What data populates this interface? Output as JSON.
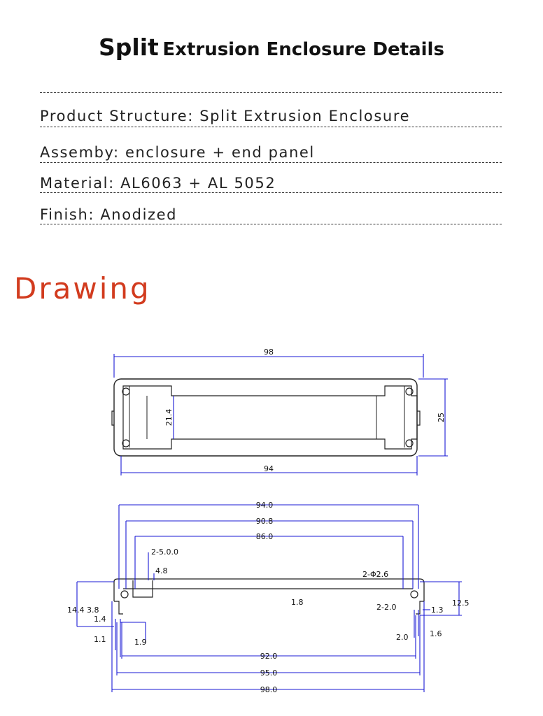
{
  "title": {
    "big": "Split",
    "rest": "Extrusion Enclosure Details"
  },
  "specs": [
    "Product Structure: Split Extrusion Enclosure",
    "Assemby: enclosure + end panel",
    "Material: AL6063 + AL 5052",
    "Finish: Anodized"
  ],
  "drawing_heading": "Drawing",
  "top_view": {
    "width": "98",
    "height": "25",
    "inner_height": "21.4",
    "inner_width": "94"
  },
  "bottom_view": {
    "d_94": "94.0",
    "d_90_8": "90.8",
    "d_86": "86.0",
    "d_screw": "2-5.0.0",
    "d_4_8": "4.8",
    "d_hole": "2-Φ2.6",
    "d_1_8": "1.8",
    "d_2_2": "2-2.0",
    "d_1_3": "1.3",
    "d_12_5": "12.5",
    "d_14_4": "14.4",
    "d_3_8": "3.8",
    "d_1_4": "1.4",
    "d_1_1": "1.1",
    "d_1_9": "1.9",
    "d_2_0": "2.0",
    "d_1_6": "1.6",
    "d_92": "92.0",
    "d_95": "95.0",
    "d_98": "98.0"
  },
  "colors": {
    "accent": "#d23b1e",
    "dimension_line": "#1a1ad6",
    "outline": "#222222"
  }
}
